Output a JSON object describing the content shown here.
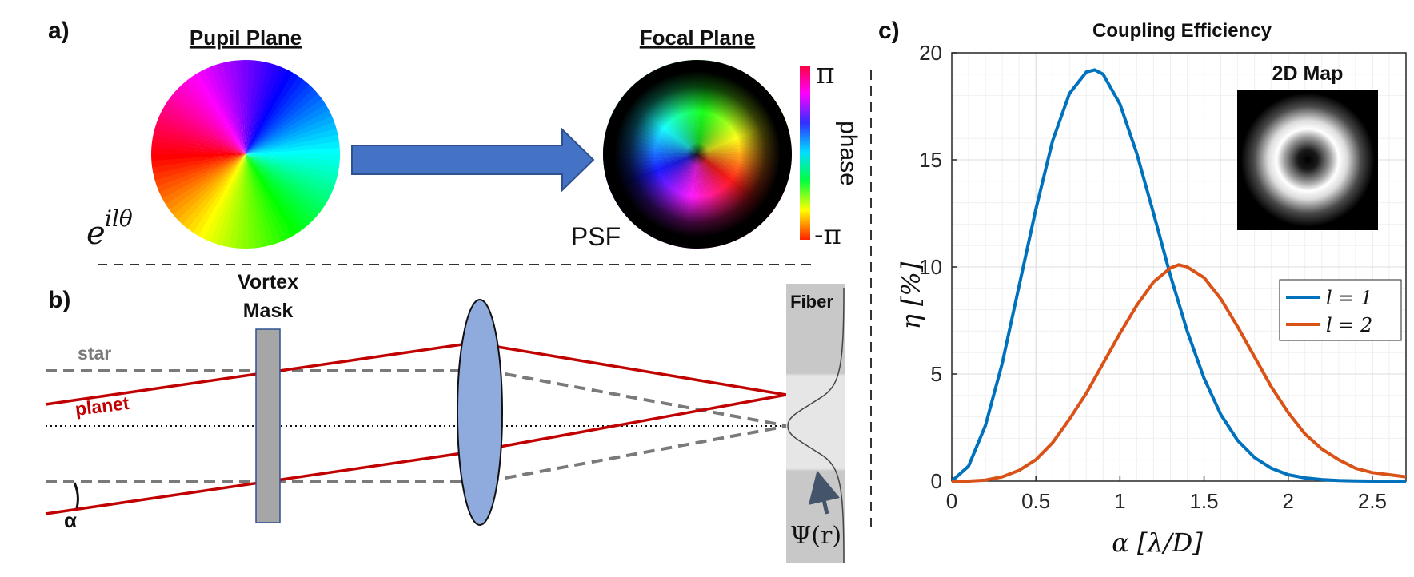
{
  "panel_a": {
    "letter": "a)",
    "pupil_title": "Pupil Plane",
    "focal_title": "Focal Plane",
    "exponent_base": "e",
    "exponent": "ilθ",
    "psf_label": "PSF",
    "colorbar_top": "π",
    "colorbar_bottom": "-π",
    "colorbar_label": "phase",
    "arrow_color": "#4472c4"
  },
  "panel_b": {
    "letter": "b)",
    "mask_label_1": "Vortex",
    "mask_label_2": "Mask",
    "star_label": "star",
    "planet_label": "planet",
    "alpha_label": "α",
    "fiber_label": "Fiber",
    "mode_label": "Ψ(r)",
    "star_color": "#7a7a7a",
    "planet_color": "#c00000",
    "lens_color": "#8faadc",
    "mask_color": "#a6a6a6"
  },
  "panel_c": {
    "letter": "c)",
    "inset_title": "2D Map"
  },
  "chart_data": {
    "type": "line",
    "title": "Coupling Efficiency",
    "xlabel": "α [λ/D]",
    "ylabel": "η [%]",
    "xlim": [
      0,
      2.7
    ],
    "ylim": [
      0,
      20
    ],
    "xticks": [
      "0",
      "0.5",
      "1",
      "1.5",
      "2",
      "2.5"
    ],
    "yticks": [
      "0",
      "5",
      "10",
      "15",
      "20"
    ],
    "grid": true,
    "legend_position": "center-right",
    "series": [
      {
        "name": "l = 1",
        "color": "#0072bd",
        "x": [
          0,
          0.1,
          0.2,
          0.3,
          0.4,
          0.5,
          0.6,
          0.7,
          0.8,
          0.85,
          0.9,
          1.0,
          1.1,
          1.2,
          1.3,
          1.4,
          1.5,
          1.6,
          1.7,
          1.8,
          1.9,
          2.0,
          2.1,
          2.2,
          2.3,
          2.4,
          2.5,
          2.6,
          2.7
        ],
        "y": [
          0,
          0.7,
          2.6,
          5.5,
          9.1,
          12.7,
          15.9,
          18.1,
          19.1,
          19.2,
          19.0,
          17.6,
          15.3,
          12.5,
          9.6,
          7.0,
          4.8,
          3.1,
          1.9,
          1.1,
          0.6,
          0.3,
          0.15,
          0.07,
          0.03,
          0.01,
          0.0,
          0.0,
          0.0
        ]
      },
      {
        "name": "l = 2",
        "color": "#d95319",
        "x": [
          0,
          0.1,
          0.2,
          0.3,
          0.4,
          0.5,
          0.6,
          0.7,
          0.8,
          0.9,
          1.0,
          1.1,
          1.2,
          1.3,
          1.35,
          1.4,
          1.5,
          1.6,
          1.7,
          1.8,
          1.9,
          2.0,
          2.1,
          2.2,
          2.3,
          2.4,
          2.5,
          2.6,
          2.7
        ],
        "y": [
          0,
          0.0,
          0.05,
          0.2,
          0.5,
          1.0,
          1.8,
          2.9,
          4.1,
          5.5,
          6.9,
          8.2,
          9.3,
          9.95,
          10.1,
          10.0,
          9.5,
          8.5,
          7.2,
          5.8,
          4.4,
          3.2,
          2.2,
          1.5,
          1.0,
          0.6,
          0.4,
          0.3,
          0.2
        ]
      }
    ]
  }
}
